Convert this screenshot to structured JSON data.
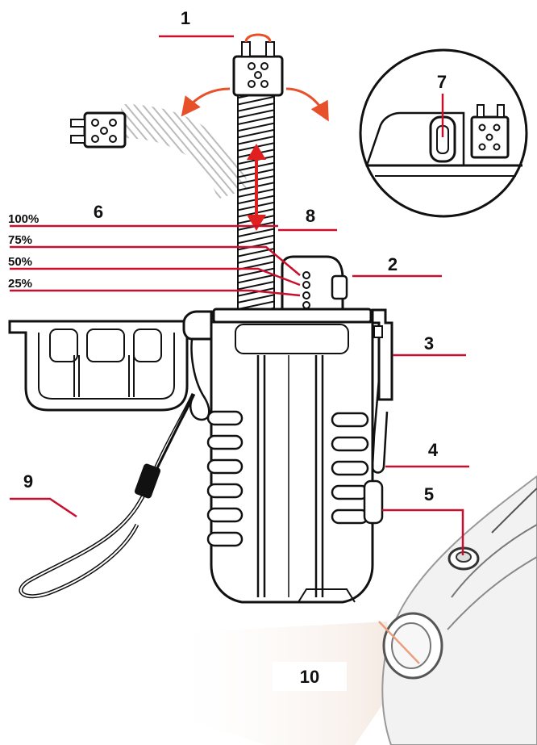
{
  "diagram": {
    "callouts": [
      "1",
      "2",
      "3",
      "4",
      "5",
      "6",
      "7",
      "8",
      "9",
      "10"
    ],
    "battery_levels": [
      "100%",
      "75%",
      "50%",
      "25%"
    ],
    "colors": {
      "leader_line": "#c8102e",
      "arrow": "#e8502a",
      "outline": "#111111",
      "beam": "#f4e7df"
    }
  }
}
